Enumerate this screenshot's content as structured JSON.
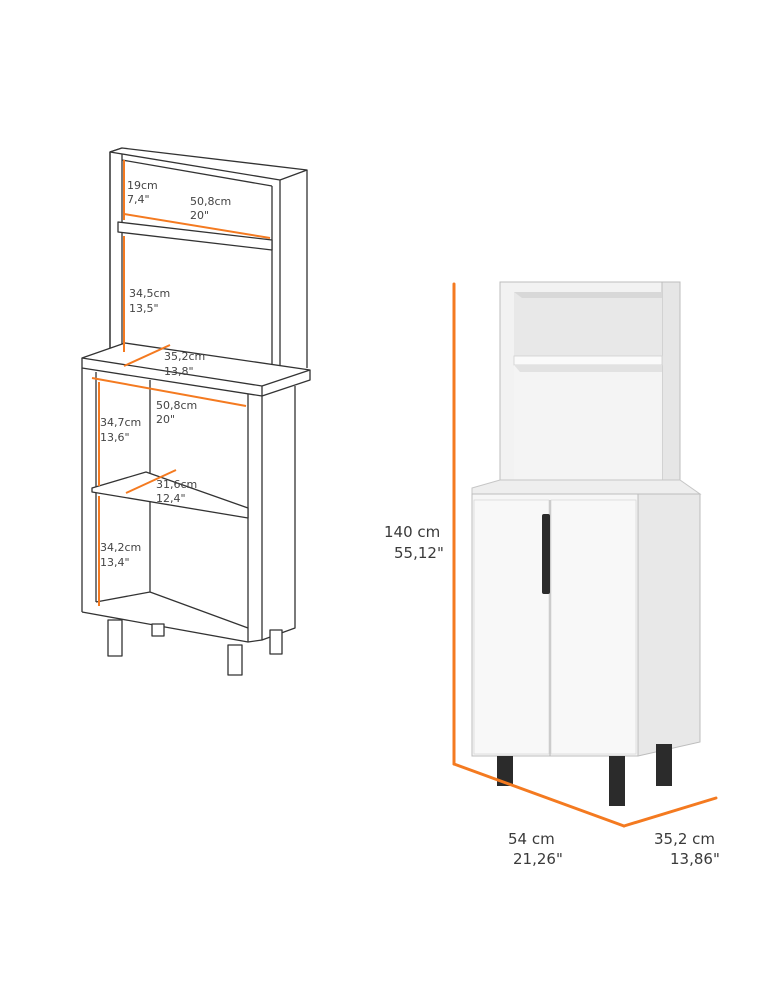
{
  "colors": {
    "accent": "#f47a20",
    "line": "#333333",
    "panel": "#ffffff",
    "panel_shade": "#e9e9e9",
    "leg": "#2b2b2b"
  },
  "sketch": {
    "top_niche_height": {
      "cm": "19cm",
      "in": "7,4\""
    },
    "top_width": {
      "cm": "50,8cm",
      "in": "20\""
    },
    "hutch_height": {
      "cm": "34,5cm",
      "in": "13,5\""
    },
    "counter_depth": {
      "cm": "35,2cm",
      "in": "13,8\""
    },
    "base_width": {
      "cm": "50,8cm",
      "in": "20\""
    },
    "upper_comp_height": {
      "cm": "34,7cm",
      "in": "13,6\""
    },
    "shelf_depth": {
      "cm": "31,6cm",
      "in": "12,4\""
    },
    "lower_comp_height": {
      "cm": "34,2cm",
      "in": "13,4\""
    }
  },
  "product": {
    "height": {
      "cm": "140 cm",
      "in": "55,12\""
    },
    "width": {
      "cm": "54 cm",
      "in": "21,26\""
    },
    "depth": {
      "cm": "35,2 cm",
      "in": "13,86\""
    }
  }
}
